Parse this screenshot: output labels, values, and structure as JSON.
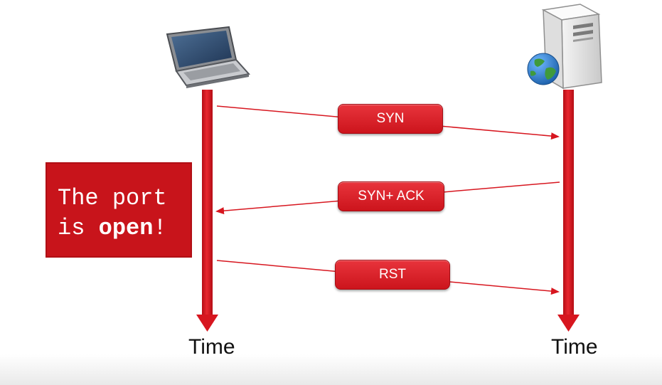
{
  "messages": [
    {
      "label": "SYN",
      "direction": "client-to-server"
    },
    {
      "label": "SYN+ ACK",
      "direction": "server-to-client"
    },
    {
      "label": "RST",
      "direction": "client-to-server"
    }
  ],
  "status": {
    "line1": "The port",
    "line2_prefix": "is ",
    "line2_emphasis": "open",
    "line2_suffix": "!"
  },
  "timeline": {
    "client_label": "Time",
    "server_label": "Time"
  },
  "icons": {
    "client": "laptop-icon",
    "server": "server-globe-icon"
  },
  "colors": {
    "accent": "#d7161f",
    "label_fill": "#dc2027",
    "status_box": "#c8141b"
  }
}
